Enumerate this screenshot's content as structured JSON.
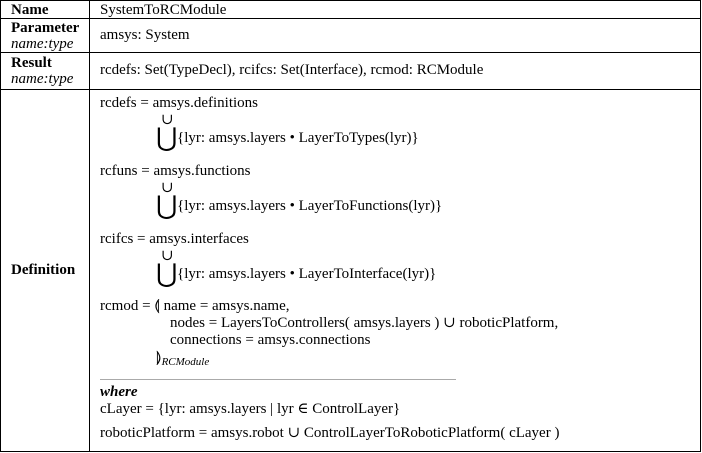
{
  "rows": {
    "name": {
      "label": "Name",
      "value": "SystemToRCModule"
    },
    "parameter": {
      "label": "Parameter",
      "sublabel": "name:type",
      "value": "amsys: System"
    },
    "result": {
      "label": "Result",
      "sublabel": "name:type",
      "value": "rcdefs: Set(TypeDecl), rcifcs: Set(Interface), rcmod: RCModule"
    },
    "definition": {
      "label": "Definition"
    }
  },
  "definition": {
    "cup": "∪",
    "bigcup": "⋃",
    "rcdefs": {
      "head": "rcdefs = amsys.definitions",
      "set": "{lyr: amsys.layers • LayerToTypes(lyr)}"
    },
    "rcfuns": {
      "head": "rcfuns = amsys.functions",
      "set": "{lyr: amsys.layers • LayerToFunctions(lyr)}"
    },
    "rcifcs": {
      "head": "rcifcs = amsys.interfaces",
      "set": "{lyr: amsys.layers • LayerToInterface(lyr)}"
    },
    "rcmod": {
      "head": "rcmod = ⟬ name = amsys.name,",
      "line2": "nodes = LayersToControllers( amsys.layers ) ∪ roboticPlatform,",
      "line3": "connections = amsys.connections",
      "close": "⟭",
      "close_sub": "RCModule"
    },
    "where": {
      "keyword": "where",
      "clayer": "cLayer = {lyr: amsys.layers | lyr ∈ ControlLayer}",
      "robotic": "roboticPlatform = amsys.robot ∪ ControlLayerToRoboticPlatform( cLayer )"
    }
  }
}
